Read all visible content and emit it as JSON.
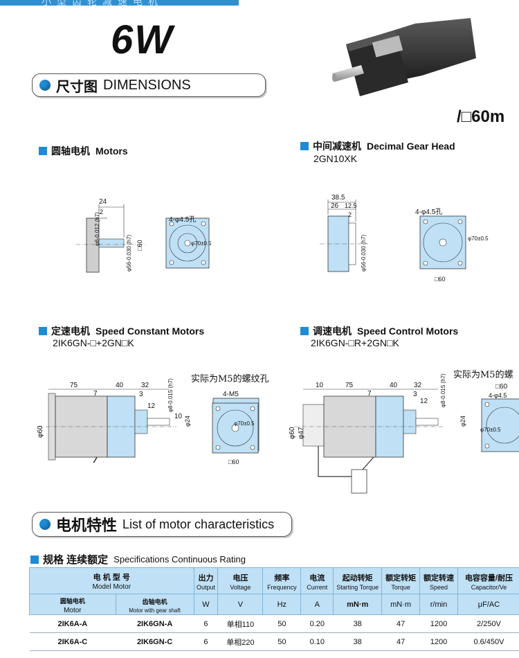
{
  "header": {
    "top_strip_text": "小型齿轮减速电机",
    "power": "6W",
    "size_label": "/□60m"
  },
  "dimensions": {
    "zh": "尺寸图",
    "en": "DIMENSIONS"
  },
  "motors": {
    "zh": "圆轴电机",
    "en": "Motors",
    "dims": {
      "d24": "24",
      "d2": "2",
      "shaft": "φ6-0.012 (h7)",
      "body": "φ56-0.030 (h7)",
      "sq": "□60",
      "holes": "4-φ4.5孔",
      "pcd": "φ70±0.5"
    }
  },
  "gearhead": {
    "zh": "中间减速机",
    "en": "Decimal Gear Head",
    "model": "2GN10XK",
    "dims": {
      "d38": "38.5",
      "d26": "26",
      "d12": "12.5",
      "d2": "2",
      "body": "φ56-0.030 (h7)",
      "holes": "4-φ4.5孔",
      "pcd": "φ70±0.5",
      "sq": "□60"
    }
  },
  "speed_constant": {
    "zh": "定速电机",
    "en": "Speed Constant Motors",
    "model": "2IK6GN-□+2GN□K",
    "dims": {
      "d75": "75",
      "d40": "40",
      "d32": "32",
      "d7": "7",
      "d3": "3",
      "d12": "12",
      "d10": "10",
      "phi60": "φ60",
      "shaft": "φ8-0.015 (h7)",
      "phi24": "φ24",
      "m5": "4-M5",
      "pcd": "φ70±0.5",
      "sq": "□60"
    }
  },
  "speed_control": {
    "zh": "调速电机",
    "en": "Speed Control Motors",
    "model": "2IK6GN-□R+2GN□K",
    "dims": {
      "d10": "10",
      "d75": "75",
      "d40": "40",
      "d32": "32",
      "d7": "7",
      "d3": "3",
      "d12": "12",
      "phi60": "φ60",
      "phi47": "φ47",
      "shaft": "φ8-0.015 (h7)",
      "phi24": "φ24",
      "sq": "□60",
      "m5": "4-φ4.5",
      "pcd": "φ70±0.5"
    }
  },
  "notes": {
    "m5_note_1": "实际为M5的螺纹孔",
    "m5_note_2": "实际为M5的螺"
  },
  "characteristics": {
    "zh": "电机特性",
    "en": "List of motor characteristics"
  },
  "spec": {
    "zh": "规格  连续额定",
    "en": "Specifications  Continuous Rating"
  },
  "table": {
    "headers": [
      {
        "zh": "电 机 型 号",
        "en": "Model Motor"
      },
      {
        "zh": "出力",
        "en": "Output"
      },
      {
        "zh": "电压",
        "en": "Voltage"
      },
      {
        "zh": "频率",
        "en": "Frequency"
      },
      {
        "zh": "电流",
        "en": "Current"
      },
      {
        "zh": "起动转矩",
        "en": "Starting Torque"
      },
      {
        "zh": "额定转矩",
        "en": "Torque"
      },
      {
        "zh": "额定转速",
        "en": "Speed"
      },
      {
        "zh": "电容容量/耐压",
        "en": "Capacitor/Ve"
      }
    ],
    "sub": {
      "motor_zh": "圆轴电机",
      "motor_en": "Motor",
      "gear_zh": "齿轴电机",
      "gear_en": "Motor with gear shaft"
    },
    "units": [
      "W",
      "V",
      "Hz",
      "A",
      "mN·m",
      "mN·m",
      "r/min",
      "μF/AC"
    ],
    "rows": [
      [
        "2IK6A-A",
        "2IK6GN-A",
        "6",
        "单相110",
        "50",
        "0.20",
        "38",
        "47",
        "1200",
        "2/250V"
      ],
      [
        "2IK6A-C",
        "2IK6GN-C",
        "6",
        "单相220",
        "50",
        "0.10",
        "38",
        "47",
        "1200",
        "0.6/450V"
      ]
    ]
  },
  "colors": {
    "accent": "#1e8bd6",
    "body_fill": "#bfe0f5",
    "header_fill": "#bfe0f5"
  }
}
